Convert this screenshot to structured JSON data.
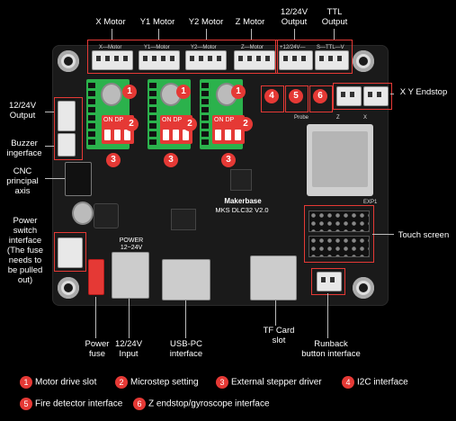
{
  "labels": {
    "x_motor": "X Motor",
    "y1_motor": "Y1 Motor",
    "y2_motor": "Y2 Motor",
    "z_motor": "Z Motor",
    "output_12_24_top": "12/24V\nOutput",
    "ttl_output": "TTL\nOutput",
    "xy_endstop": "X Y Endstop",
    "output_12_24_left": "12/24V\nOutput",
    "buzzer": "Buzzer\ningerface",
    "cnc_axis": "CNC\nprincipal\naxis",
    "power_switch": "Power\nswitch\ninterface\n(The fuse\nneeds to\nbe pulled\nout)",
    "touch_screen": "Touch screen",
    "power_fuse": "Power\nfuse",
    "input_12_24": "12/24V\nInput",
    "usb_pc": "USB-PC\ninterface",
    "tf_card": "TF Card\nslot",
    "runback": "Runback\nbutton interface"
  },
  "board": {
    "brand": "Makerbase",
    "model": "MKS DLC32 V2.0",
    "power_text": "POWER\n12~24V",
    "probe_text": "Probe",
    "exp1": "EXP1",
    "header_x": "X—Motor",
    "header_y1": "Y1—Motor",
    "header_y2": "Y2—Motor",
    "header_z": "Z—Motor",
    "header_12v": "+12/24V—",
    "header_ttl": "S—TTL—V",
    "dip_on": "ON DP",
    "endstop_z": "Z",
    "endstop_x": "X"
  },
  "legend": [
    {
      "num": "1",
      "text": "Motor drive slot"
    },
    {
      "num": "2",
      "text": "Microstep setting"
    },
    {
      "num": "3",
      "text": "External stepper driver"
    },
    {
      "num": "4",
      "text": "I2C interface"
    },
    {
      "num": "5",
      "text": "Fire detector interface"
    },
    {
      "num": "6",
      "text": "Z endstop/gyroscope interface"
    }
  ],
  "colors": {
    "accent": "#e53935",
    "driver_green": "#2bb24c",
    "board": "#1a1a1a"
  }
}
